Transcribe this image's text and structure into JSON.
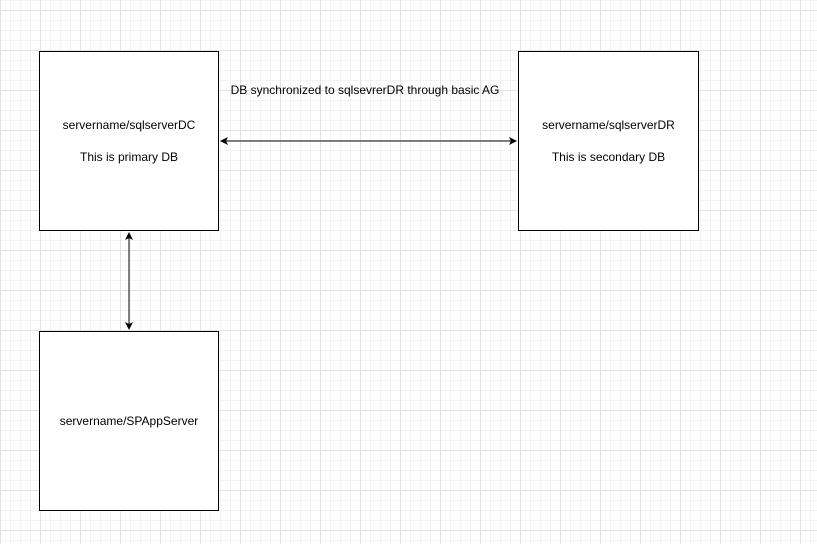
{
  "nodes": {
    "primary": {
      "name": "servername/sqlserverDC",
      "description": "This is primary DB"
    },
    "secondary": {
      "name": "servername/sqlserverDR",
      "description": "This is secondary DB"
    },
    "app": {
      "name": "servername/SPAppServer"
    }
  },
  "edges": {
    "replication_label": "DB synchronized to sqlsevrerDR through basic AG"
  },
  "colors": {
    "stroke": "#000000",
    "grid": "#e3e3e3",
    "background": "#ffffff"
  }
}
